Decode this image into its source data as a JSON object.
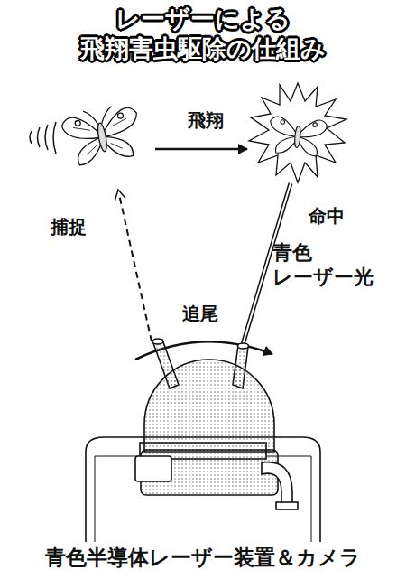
{
  "diagram": {
    "title": "レーザーによる 飛翔害虫駆除の仕組み",
    "caption": "青色半導体レーザー装置＆カメラ",
    "labels": [
      "飛翔",
      "捕捉",
      "命中",
      "青色 レーザー光",
      "追尾"
    ]
  }
}
